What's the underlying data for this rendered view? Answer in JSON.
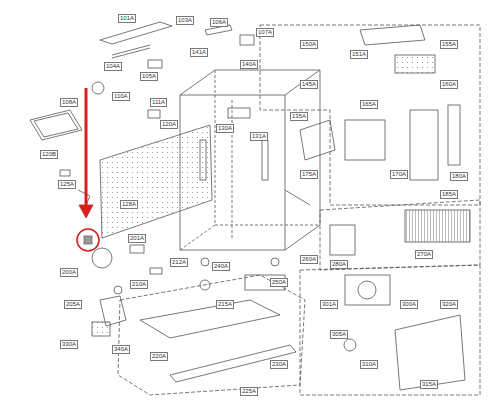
{
  "diagram": {
    "labels": [
      "101A",
      "103A",
      "104A",
      "105A",
      "106A",
      "107A",
      "108A",
      "110A",
      "111A",
      "120A",
      "120B",
      "125A",
      "128A",
      "130A",
      "131A",
      "135A",
      "140A",
      "141A",
      "145A",
      "150A",
      "151A",
      "155A",
      "160A",
      "165A",
      "170A",
      "175A",
      "180A",
      "185A",
      "200A",
      "201A",
      "205A",
      "210A",
      "212A",
      "215A",
      "220A",
      "225A",
      "230A",
      "240A",
      "250A",
      "260A",
      "270A",
      "280A",
      "300A",
      "301A",
      "305A",
      "310A",
      "315A",
      "320A",
      "330A",
      "340A"
    ]
  }
}
